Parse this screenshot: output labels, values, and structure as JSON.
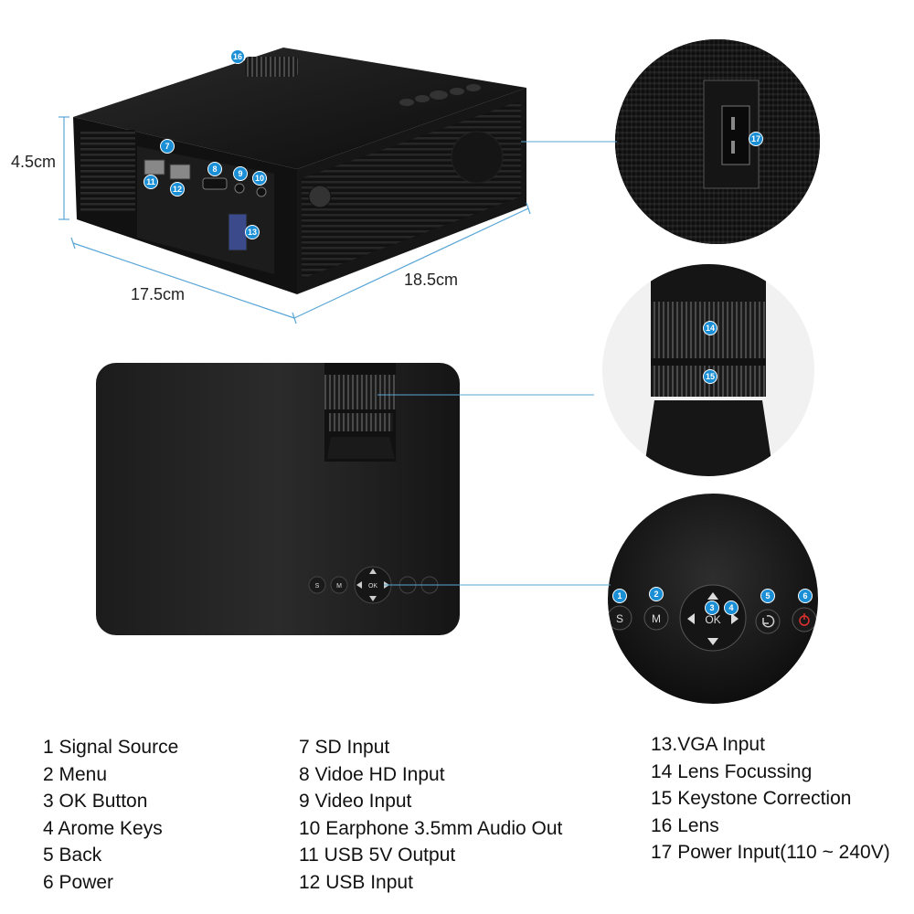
{
  "dimensions": {
    "height": "4.5cm",
    "width": "17.5cm",
    "depth": "18.5cm"
  },
  "buttons": {
    "source": "S",
    "menu": "M",
    "ok": "OK"
  },
  "callouts": [
    "1",
    "2",
    "3",
    "4",
    "5",
    "6",
    "7",
    "8",
    "9",
    "10",
    "11",
    "12",
    "13",
    "14",
    "15",
    "16",
    "17"
  ],
  "legend": {
    "col1": [
      "1 Signal Source",
      "2 Menu",
      "3 OK Button",
      "4 Arome Keys",
      "5 Back",
      "6 Power"
    ],
    "col2": [
      "7 SD Input",
      "8 Vidoe HD Input",
      "9 Video Input",
      "10 Earphone 3.5mm Audio Out",
      "11 USB 5V Output",
      "12 USB Input"
    ],
    "col3": [
      "13.VGA Input",
      "14 Lens  Focussing",
      "15 Keystone Correction",
      "16 Lens",
      "17 Power Input(110 ~ 240V)"
    ]
  },
  "colors": {
    "callout_blue": "#1a8fd6",
    "leader_line": "#5aa6d6",
    "body_black": "#141414"
  }
}
